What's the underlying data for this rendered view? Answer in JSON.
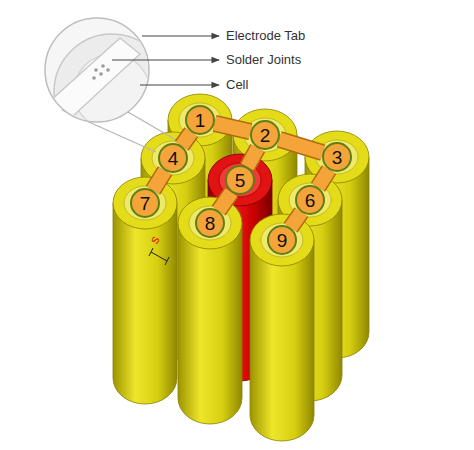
{
  "diagram": {
    "nodes": [
      {
        "text": [
          "1"
        ]
      },
      {
        "text": [
          "2"
        ]
      },
      {
        "text": [
          "3"
        ]
      },
      {
        "text": [
          "4"
        ]
      },
      {
        "text": [
          "5"
        ]
      },
      {
        "text": [
          "6"
        ]
      },
      {
        "text": [
          "7"
        ]
      },
      {
        "text": [
          "8"
        ]
      },
      {
        "text": [
          "9"
        ]
      }
    ],
    "edges": [
      {
        "from": 0,
        "to": 1,
        "arrow": "none"
      },
      {
        "from": 1,
        "to": 2,
        "arrow": "none"
      },
      {
        "from": 0,
        "to": 3,
        "arrow": "none"
      },
      {
        "from": 3,
        "to": 6,
        "arrow": "none"
      },
      {
        "from": 1,
        "to": 4,
        "arrow": "none"
      },
      {
        "from": 4,
        "to": 7,
        "arrow": "none"
      },
      {
        "from": 2,
        "to": 5,
        "arrow": "none"
      },
      {
        "from": 5,
        "to": 8,
        "arrow": "none"
      }
    ],
    "labels": [
      "Electrode Tab",
      "Solder Joints",
      "Cell",
      "s"
    ]
  }
}
